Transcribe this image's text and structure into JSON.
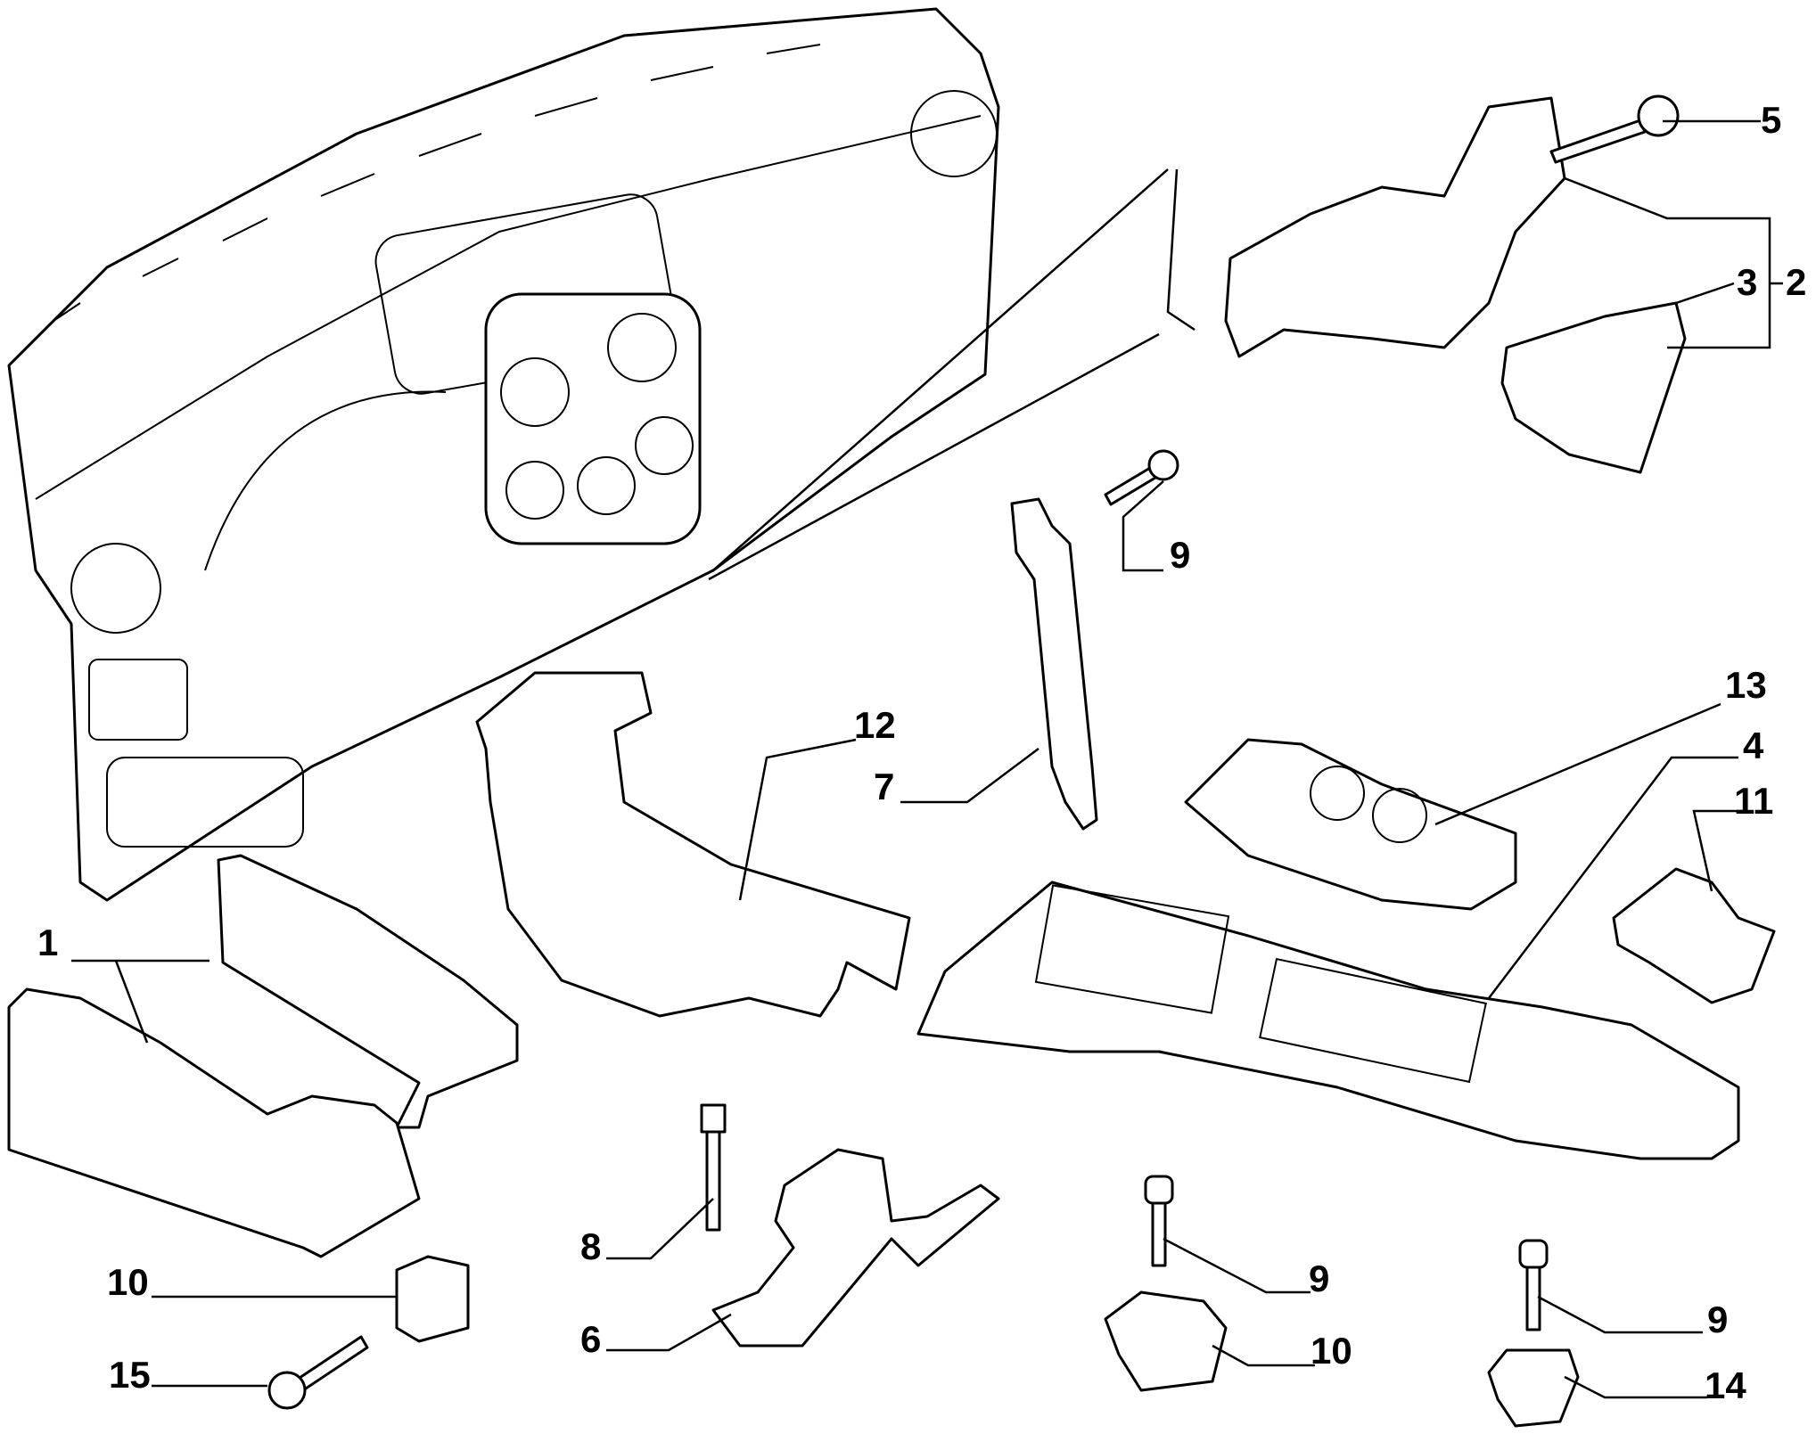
{
  "diagram": {
    "type": "exploded parts diagram",
    "callouts": [
      {
        "id": "c5",
        "text": "5"
      },
      {
        "id": "c2",
        "text": "2"
      },
      {
        "id": "c3",
        "text": "3"
      },
      {
        "id": "c9a",
        "text": "9"
      },
      {
        "id": "c13",
        "text": "13"
      },
      {
        "id": "c12",
        "text": "12"
      },
      {
        "id": "c4",
        "text": "4"
      },
      {
        "id": "c7",
        "text": "7"
      },
      {
        "id": "c11",
        "text": "11"
      },
      {
        "id": "c1",
        "text": "1"
      },
      {
        "id": "c8",
        "text": "8"
      },
      {
        "id": "c9b",
        "text": "9"
      },
      {
        "id": "c10a",
        "text": "10"
      },
      {
        "id": "c6",
        "text": "6"
      },
      {
        "id": "c10b",
        "text": "10"
      },
      {
        "id": "c9c",
        "text": "9"
      },
      {
        "id": "c15",
        "text": "15"
      },
      {
        "id": "c14",
        "text": "14"
      }
    ]
  }
}
